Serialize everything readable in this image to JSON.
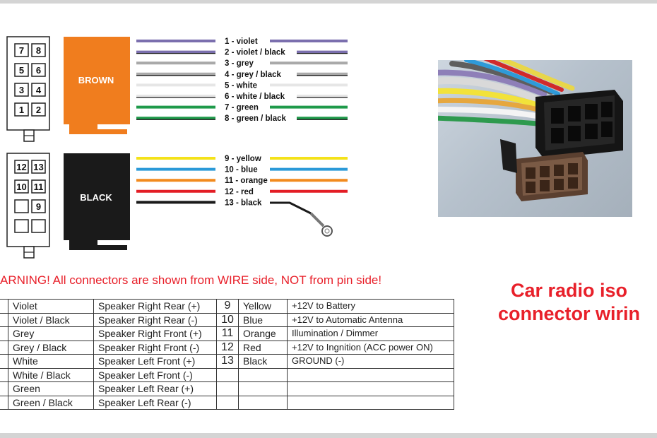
{
  "colors": {
    "brown_connector": "#f07d1e",
    "black_connector": "#1a1a1a",
    "accent_red": "#e8202a",
    "violet": "#7b6fae",
    "grey": "#a9a9a9",
    "white_wire": "#e6e6e6",
    "green": "#1e9a4a",
    "yellow": "#f4e21a",
    "blue": "#2b9ad8",
    "orange": "#f28a1e",
    "red": "#e31d25",
    "black": "#1a1a1a"
  },
  "connectors": {
    "brown": {
      "label": "BROWN",
      "pin_rows": [
        [
          "7",
          "8"
        ],
        [
          "5",
          "6"
        ],
        [
          "3",
          "4"
        ],
        [
          "1",
          "2"
        ]
      ]
    },
    "black": {
      "label": "BLACK",
      "pin_rows": [
        [
          "12",
          "13"
        ],
        [
          "10",
          "11"
        ],
        [
          "",
          "9"
        ],
        [
          "",
          ""
        ]
      ]
    }
  },
  "wires": {
    "brown": [
      {
        "label": "1 - violet",
        "color": "#7b6fae",
        "stripe": ""
      },
      {
        "label": "2 - violet / black",
        "color": "#7b6fae",
        "stripe": "#1a1a1a"
      },
      {
        "label": "3 - grey",
        "color": "#a9a9a9",
        "stripe": ""
      },
      {
        "label": "4 - grey / black",
        "color": "#a9a9a9",
        "stripe": "#1a1a1a"
      },
      {
        "label": "5 - white",
        "color": "#e6e6e6",
        "stripe": ""
      },
      {
        "label": "6 - white / black",
        "color": "#e6e6e6",
        "stripe": "#1a1a1a"
      },
      {
        "label": "7 - green",
        "color": "#1e9a4a",
        "stripe": ""
      },
      {
        "label": "8 - green / black",
        "color": "#1e9a4a",
        "stripe": "#1a1a1a"
      }
    ],
    "black": [
      {
        "label": "9 - yellow",
        "color": "#f4e21a",
        "stripe": ""
      },
      {
        "label": "10 - blue",
        "color": "#2b9ad8",
        "stripe": ""
      },
      {
        "label": "11 - orange",
        "color": "#f28a1e",
        "stripe": ""
      },
      {
        "label": "12 - red",
        "color": "#e31d25",
        "stripe": ""
      },
      {
        "label": "13 - black",
        "color": "#1a1a1a",
        "stripe": ""
      }
    ]
  },
  "warning": "ARNING! All connectors are shown from WIRE side, NOT from pin side!",
  "caption": {
    "line1": "Car radio iso",
    "line2": "connector wirin"
  },
  "table": {
    "rows": [
      {
        "wire": "Violet",
        "function": "Speaker Right Rear (+)",
        "pin": "9",
        "color": "Yellow",
        "function2": "+12V to Battery"
      },
      {
        "wire": "Violet / Black",
        "function": "Speaker Right Rear (-)",
        "pin": "10",
        "color": "Blue",
        "function2": "+12V to Automatic Antenna"
      },
      {
        "wire": "Grey",
        "function": "Speaker Right Front (+)",
        "pin": "11",
        "color": "Orange",
        "function2": "Illumination / Dimmer"
      },
      {
        "wire": "Grey / Black",
        "function": "Speaker Right Front (-)",
        "pin": "12",
        "color": "Red",
        "function2": "+12V to Ingnition (ACC power ON)"
      },
      {
        "wire": "White",
        "function": "Speaker Left Front (+)",
        "pin": "13",
        "color": "Black",
        "function2": "GROUND (-)"
      },
      {
        "wire": "White / Black",
        "function": "Speaker Left Front (-)",
        "pin": "",
        "color": "",
        "function2": ""
      },
      {
        "wire": "Green",
        "function": "Speaker Left Rear (+)",
        "pin": "",
        "color": "",
        "function2": ""
      },
      {
        "wire": "Green / Black",
        "function": "Speaker Left Rear (-)",
        "pin": "",
        "color": "",
        "function2": ""
      }
    ]
  }
}
